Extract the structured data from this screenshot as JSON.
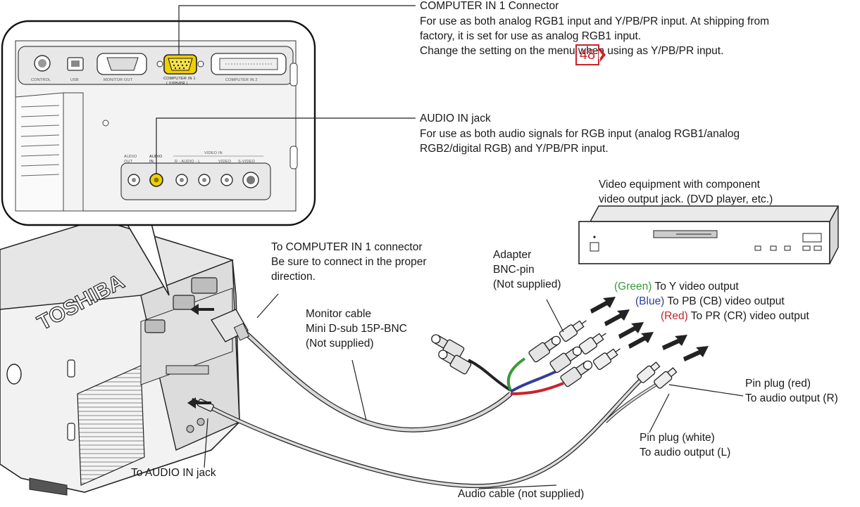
{
  "computer_in": {
    "title": "COMPUTER IN 1 Connector",
    "line1": "For use as both analog RGB1 input and Y/PB/PR input. At shipping from",
    "line2": "factory, it is set for use as analog RGB1 input.",
    "line3": "Change the setting on the menu when using as Y/PB/PR input.",
    "page_ref": "48"
  },
  "audio_in": {
    "title": "AUDIO IN jack",
    "line1": "For use as both audio signals for RGB input (analog RGB1/analog",
    "line2": "RGB2/digital RGB) and Y/PB/PR input."
  },
  "video_equipment": {
    "line1": "Video equipment with component",
    "line2": "video output jack. (DVD player, etc.)"
  },
  "to_computer": {
    "line1": "To COMPUTER IN 1 connector",
    "line2": "Be sure to connect in the proper",
    "line3": "direction."
  },
  "adapter": {
    "line1": "Adapter",
    "line2": "BNC-pin",
    "line3": "(Not supplied)"
  },
  "monitor_cable": {
    "line1": "Monitor cable",
    "line2": "Mini D-sub 15P-BNC",
    "line3": "(Not supplied)"
  },
  "outputs": {
    "green_color": "(Green)",
    "green_text": "To Y video output",
    "blue_color": "(Blue)",
    "blue_text": "To PB (CB) video output",
    "red_color": "(Red)",
    "red_text": "To PR (CR) video output"
  },
  "pin_red": {
    "line1": "Pin plug (red)",
    "line2": "To audio output (R)"
  },
  "pin_white": {
    "line1": "Pin plug (white)",
    "line2": "To audio output (L)"
  },
  "to_audio_in": "To AUDIO IN jack",
  "audio_cable": "Audio cable (not supplied)",
  "panel_labels": {
    "control": "CONTROL",
    "usb": "USB",
    "monitor_out": "MONITOR OUT",
    "computer_in1": "COMPUTER IN 1",
    "computer_in1_sub": "( Y/PB/PR )",
    "computer_in2": "COMPUTER IN 2",
    "audio_out": "AUDIO OUT",
    "audio_in": "AUDIO IN",
    "video_in": "VIDEO IN",
    "r_audio_l": "R - AUDIO - L",
    "video": "VIDEO",
    "s_video": "S-VIDEO"
  },
  "brand": "TOSHIBA",
  "colors": {
    "green": "#3a9a3a",
    "blue": "#2f3f9a",
    "red": "#c8242c",
    "connector_yellow": "#f0d000"
  }
}
